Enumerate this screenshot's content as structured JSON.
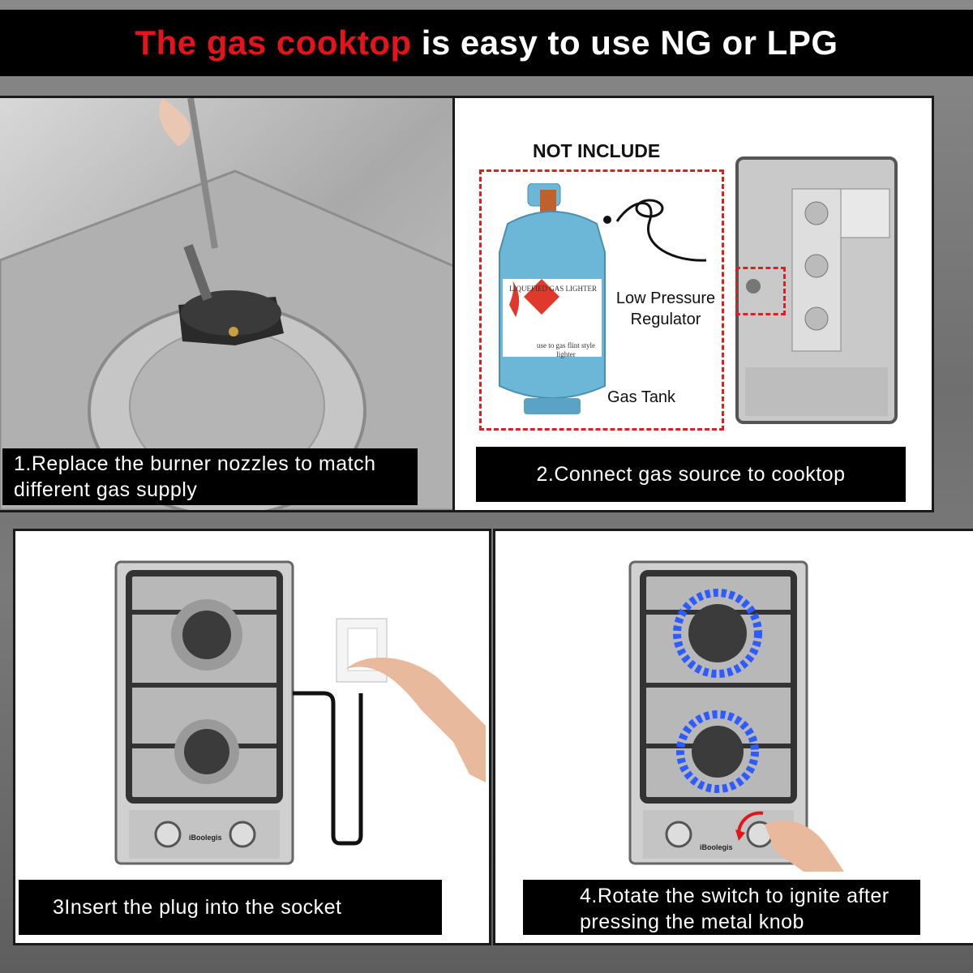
{
  "banner": {
    "title_highlight": "The gas cooktop",
    "title_rest": "is easy to use NG or LPG"
  },
  "steps": [
    {
      "caption": "1.Replace the burner nozzles to match different gas supply"
    },
    {
      "caption": "2.Connect gas source to cooktop",
      "not_included_label": "NOT INCLUDE",
      "regulator_label": "Low Pressure Regulator",
      "tank_label": "Gas Tank",
      "tank_text_top": "LIQUEFIED GAS LIGHTER",
      "tank_text_bottom": "use to gas flint style lighter"
    },
    {
      "caption": "3Insert the plug into the socket",
      "brand": "iBoolegis"
    },
    {
      "caption": "4.Rotate the switch to ignite after pressing the metal knob",
      "brand": "iBoolegis"
    }
  ],
  "colors": {
    "banner_red": "#e3141b",
    "tank_blue": "#6cb6d8",
    "flame_blue": "#2d5bff",
    "dash_red": "#d42323"
  }
}
